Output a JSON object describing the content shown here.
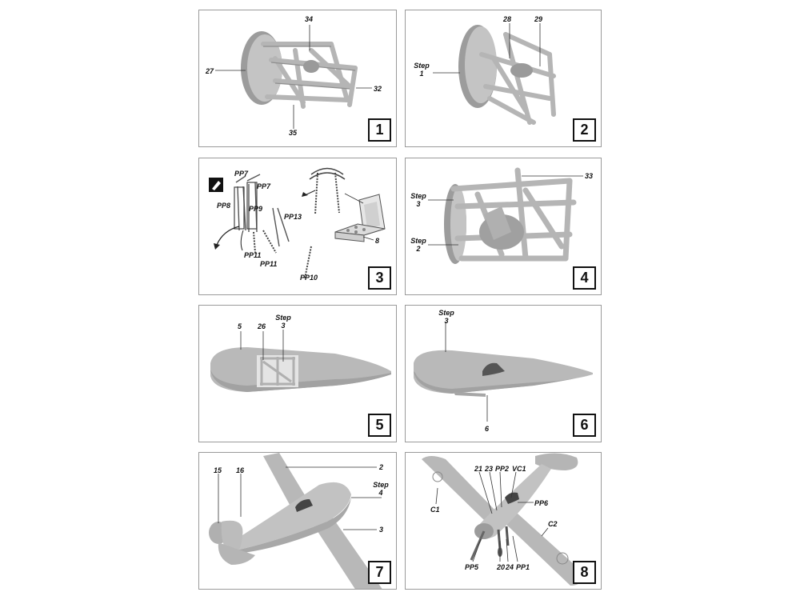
{
  "panels": [
    {
      "number": "1",
      "labels": [
        "34",
        "27",
        "32",
        "35"
      ]
    },
    {
      "number": "2",
      "labels": [
        "28",
        "29",
        "Step",
        "1"
      ]
    },
    {
      "number": "3",
      "labels": [
        "PP7",
        "PP7",
        "PP8",
        "PP9",
        "PP13",
        "PP11",
        "PP11",
        "8",
        "PP10"
      ]
    },
    {
      "number": "4",
      "labels": [
        "33",
        "Step",
        "3",
        "Step",
        "2"
      ]
    },
    {
      "number": "5",
      "labels": [
        "5",
        "26",
        "Step",
        "3"
      ]
    },
    {
      "number": "6",
      "labels": [
        "Step",
        "3",
        "6"
      ]
    },
    {
      "number": "7",
      "labels": [
        "15",
        "16",
        "2",
        "Step",
        "4",
        "3"
      ]
    },
    {
      "number": "8",
      "labels": [
        "21",
        "23",
        "PP2",
        "VC1",
        "PP6",
        "C1",
        "C2",
        "PP5",
        "20",
        "24",
        "PP1"
      ]
    }
  ],
  "colors": {
    "part_fill": "#bdbdbd",
    "part_shadow": "#8e8e8e",
    "leader": "#333333",
    "border": "#9a9a9a"
  },
  "icons": [
    "glue-icon"
  ]
}
